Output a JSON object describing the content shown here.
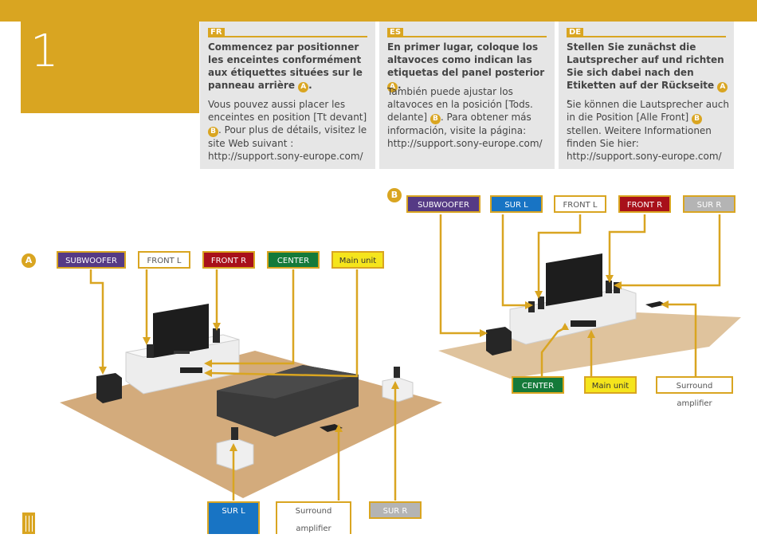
{
  "step": "1",
  "colors": {
    "accent": "#d9a521",
    "panel": "#e6e6e6",
    "subwoofer": "#553a85",
    "front_r": "#a8101a",
    "center": "#147a3a",
    "main_unit": "#f5e51c",
    "sur_l": "#1874c4",
    "sur_r": "#b4b4b4"
  },
  "columns": [
    {
      "lang": "FR",
      "bold": "Commencez par positionner les enceintes conformément aux étiquettes situées sur le panneau arrière",
      "badge": "A",
      "bold_end": ".",
      "normal_pre": "Vous pouvez aussi placer les enceintes en position [Tt devant]",
      "normal_badge": "B",
      "normal_post": ". Pour plus de détails, visitez le site Web suivant : http://support.sony-europe.com/"
    },
    {
      "lang": "ES",
      "bold": "En primer lugar, coloque los altavoces como indican las etiquetas del panel posterior",
      "badge": "A",
      "bold_end": ".",
      "normal_pre": "También puede ajustar los altavoces en la posición [Tods. delante]",
      "normal_badge": "B",
      "normal_post": ". Para obtener más información, visite la página: http://support.sony-europe.com/"
    },
    {
      "lang": "DE",
      "bold": "Stellen Sie zunächst die Lautsprecher auf und richten Sie sich dabei nach den Etiketten auf der Rückseite",
      "badge": "A",
      "bold_end": ".",
      "normal_pre": "Sie können die Lautsprecher auch in die Position [Alle Front]",
      "normal_badge": "B",
      "normal_post": " stellen. Weitere Informationen finden Sie hier: http://support.sony-europe.com/"
    }
  ],
  "section_a": {
    "label": "A",
    "subwoofer": "SUBWOOFER",
    "front_l": "FRONT L",
    "front_r": "FRONT R",
    "center": "CENTER",
    "main_unit": "Main unit",
    "sur_l": "SUR L",
    "surround_amplifier": "Surround amplifier",
    "sur_r": "SUR R"
  },
  "section_b": {
    "label": "B",
    "subwoofer": "SUBWOOFER",
    "sur_l": "SUR L",
    "front_l": "FRONT L",
    "front_r": "FRONT R",
    "sur_r": "SUR R",
    "center": "CENTER",
    "main_unit": "Main unit",
    "surround_amplifier": "Surround amplifier"
  }
}
